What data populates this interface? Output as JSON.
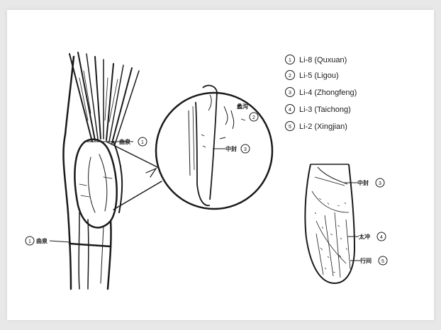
{
  "legend": [
    {
      "number": "1",
      "label": "Li-8 (Quxuan)"
    },
    {
      "number": "2",
      "label": "Li-5 (Ligou)"
    },
    {
      "number": "3",
      "label": "Li-4 (Zhongfeng)"
    },
    {
      "number": "4",
      "label": "Li-3 (Taichong)"
    },
    {
      "number": "5",
      "label": "Li-2 (Xingjian)"
    }
  ],
  "callouts": {
    "knee": {
      "number": "1",
      "label": "曲泉"
    },
    "magnifier_top": {
      "number": "2",
      "label": "蠡沟"
    },
    "magnifier_mid": {
      "number": "3",
      "label": "中封"
    },
    "foot_top": {
      "number": "3",
      "label": "中封"
    },
    "foot_mid": {
      "number": "4",
      "label": "太冲"
    },
    "foot_low": {
      "number": "5",
      "label": "行间"
    }
  },
  "colors": {
    "ink": "#1a1a1a",
    "paper": "#ffffff",
    "frame": "#e8e8e8"
  }
}
